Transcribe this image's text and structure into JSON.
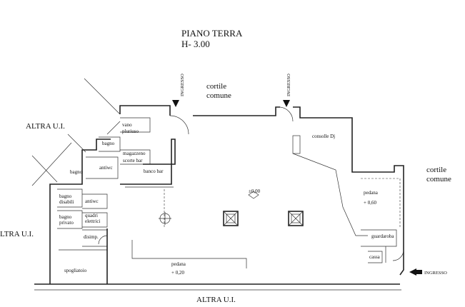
{
  "title": {
    "line1": "PIANO TERRA",
    "line2": "H- 3.00"
  },
  "labels": {
    "cortile_left_1": "cortile",
    "cortile_left_2": "comune",
    "cortile_right_1": "cortile",
    "cortile_right_2": "comune",
    "ingresso_top_left": "INGRESSO",
    "ingresso_top_mid": "INGRESSO",
    "ingresso_right": "INGRESSO",
    "altra_ui_top": "ALTRA U.I.",
    "altra_ui_left": "LTRA U.I.",
    "altra_ui_bottom": "ALTRA U.I.",
    "vano_1": "vano",
    "vano_2": "pluriuso",
    "bagno_top": "bagno",
    "bagno_mid": "bagno",
    "antiwc_top": "antiwc",
    "magazzeno_1": "magazzeno",
    "magazzeno_2": "scorte bar",
    "banco_bar": "banco bar",
    "bagno_disabili_1": "bagno",
    "bagno_disabili_2": "disabili",
    "antiwc_low": "antiwc",
    "bagno_privato_1": "bagno",
    "bagno_privato_2": "privato",
    "quadri_1": "quadri",
    "quadri_2": "elettrici",
    "disimp": "disimp.",
    "spogliatoio": "spogliatoio",
    "consolle": "consolle Dj",
    "pedana_right_1": "pedana",
    "pedana_right_2": "+ 0,60",
    "level_center": "±0,00",
    "guardaroba": "guardaroba",
    "cassa": "cassa",
    "pedana_bottom_1": "pedana",
    "pedana_bottom_2": "+ 0,20"
  }
}
